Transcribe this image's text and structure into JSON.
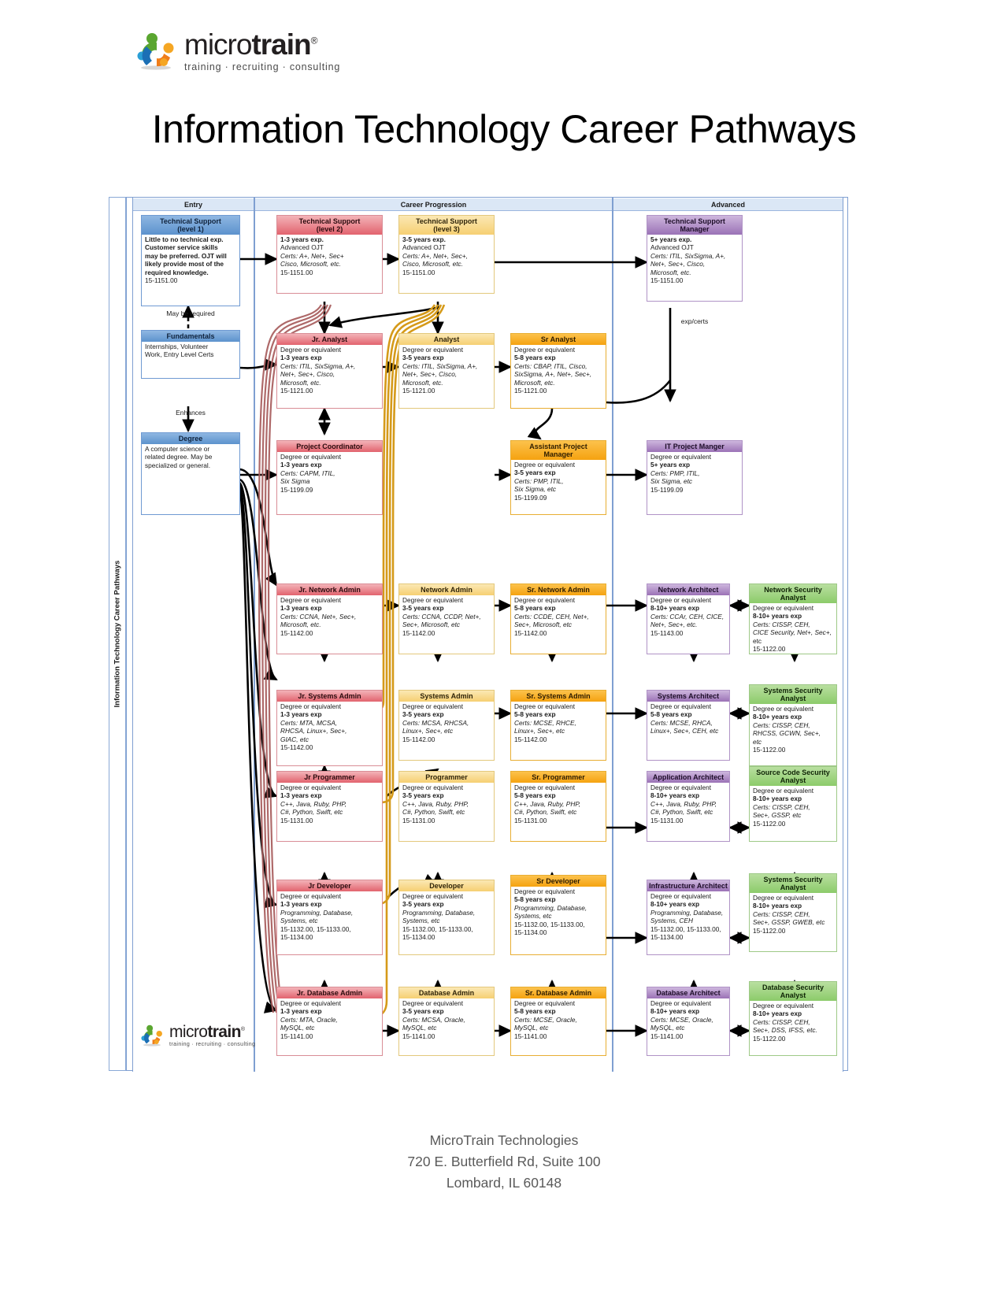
{
  "brand": {
    "name_light": "micro",
    "name_bold": "train",
    "registered": "®",
    "tagline": "training · recruiting · consulting"
  },
  "page_title": "Information Technology Career Pathways",
  "side_label": "Information Technology Career Pathways",
  "columns": [
    {
      "label": "Entry"
    },
    {
      "label": "Career Progression"
    },
    {
      "label": "Advanced"
    }
  ],
  "connector_notes": {
    "may_be_required": "May be required",
    "enhances": "Enhances",
    "exp_certs": "exp/certs"
  },
  "nodes": {
    "tech_support_1": {
      "title": "Technical Support\n(level 1)",
      "lines": [
        "Little to no technical exp.",
        "Customer service skills",
        "may be preferred. OJT will",
        "likely provide most of the",
        "required knowledge.",
        "15-1151.00"
      ]
    },
    "fundamentals": {
      "title": "Fundamentals",
      "lines": [
        "Internships, Volunteer",
        "Work, Entry Level Certs"
      ]
    },
    "degree": {
      "title": "Degree",
      "lines": [
        "A computer science or",
        "related degree. May be",
        "specialized or general."
      ]
    },
    "tech_support_2": {
      "title": "Technical Support\n(level 2)",
      "lines": [
        "1-3 years exp.",
        "Advanced OJT",
        "Certs: A+, Net+, Sec+",
        "Cisco, Microsoft, etc.",
        "15-1151.00"
      ]
    },
    "tech_support_3": {
      "title": "Technical Support\n(level 3)",
      "lines": [
        "3-5 years exp.",
        "Advanced OJT",
        "Certs: A+, Net+, Sec+,",
        "Cisco, Microsoft, etc.",
        "15-1151.00"
      ]
    },
    "tech_support_mgr": {
      "title": "Technical Support\nManager",
      "lines": [
        "5+ years exp.",
        "Advanced OJT",
        "Certs: ITIL, SixSigma, A+,",
        "Net+, Sec+, Cisco,",
        "Microsoft, etc.",
        "15-1151.00"
      ]
    },
    "jr_analyst": {
      "title": "Jr. Analyst",
      "lines": [
        "Degree or equivalent",
        "1-3 years exp",
        "Certs: ITIL, SixSigma, A+,",
        "Net+, Sec+, Cisco,",
        "Microsoft, etc.",
        "15-1121.00"
      ]
    },
    "analyst": {
      "title": "Analyst",
      "lines": [
        "Degree or equivalent",
        "3-5 years exp",
        "Certs: ITIL, SixSigma, A+,",
        "Net+, Sec+, Cisco,",
        "Microsoft, etc.",
        "15-1121.00"
      ]
    },
    "sr_analyst": {
      "title": "Sr Analyst",
      "lines": [
        "Degree or equivalent",
        "5-8 years exp",
        "Certs: CBAP, ITIL, Cisco,",
        "SixSigma, A+, Net+, Sec+,",
        "Microsoft, etc.",
        "15-1121.00"
      ]
    },
    "project_coordinator": {
      "title": "Project Coordinator",
      "lines": [
        "Degree or equivalent",
        "1-3 years exp",
        "Certs: CAPM, ITIL,",
        "Six Sigma",
        "15-1199.09"
      ]
    },
    "asst_project_mgr": {
      "title": "Assistant Project\nManager",
      "lines": [
        "Degree or equivalent",
        "3-5 years exp",
        "Certs: PMP, ITIL,",
        "Six Sigma, etc",
        "15-1199.09"
      ]
    },
    "it_project_mgr": {
      "title": "IT Project Manger",
      "lines": [
        "Degree or equivalent",
        "5+ years exp",
        "Certs: PMP, ITIL,",
        "Six Sigma, etc",
        "15-1199.09"
      ]
    },
    "jr_network_admin": {
      "title": "Jr. Network Admin",
      "lines": [
        "Degree or equivalent",
        "1-3 years exp",
        "Certs: CCNA, Net+, Sec+,",
        "Microsoft, etc.",
        "15-1142.00"
      ]
    },
    "network_admin": {
      "title": "Network Admin",
      "lines": [
        "Degree or equivalent",
        "3-5 years exp",
        "Certs: CCNA, CCDP, Net+,",
        "Sec+, Microsoft, etc",
        "15-1142.00"
      ]
    },
    "sr_network_admin": {
      "title": "Sr. Network Admin",
      "lines": [
        "Degree or equivalent",
        "5-8 years exp",
        "Certs: CCDE, CEH, Net+,",
        "Sec+, Microsoft, etc",
        "15-1142.00"
      ]
    },
    "network_architect": {
      "title": "Network Architect",
      "lines": [
        "Degree or equivalent",
        "8-10+ years exp",
        "Certs: CCAr, CEH, CICE,",
        "Net+, Sec+, etc.",
        "15-1143.00"
      ]
    },
    "network_security_analyst": {
      "title": "Network Security Analyst",
      "lines": [
        "Degree or equivalent",
        "8-10+ years exp",
        "Certs: CISSP, CEH,",
        "CICE Security, Net+, Sec+,",
        "etc",
        "15-1122.00"
      ]
    },
    "jr_systems_admin": {
      "title": "Jr. Systems Admin",
      "lines": [
        "Degree or equivalent",
        "1-3 years exp",
        "Certs: MTA, MCSA,",
        "RHCSA, Linux+, Sec+,",
        "GIAC, etc",
        "15-1142.00"
      ]
    },
    "systems_admin": {
      "title": "Systems Admin",
      "lines": [
        "Degree or equivalent",
        "3-5 years exp",
        "Certs: MCSA, RHCSA,",
        "Linux+, Sec+, etc",
        "15-1142.00"
      ]
    },
    "sr_systems_admin": {
      "title": "Sr. Systems Admin",
      "lines": [
        "Degree or equivalent",
        "5-8 years exp",
        "Certs: MCSE, RHCE,",
        "Linux+, Sec+, etc",
        "15-1142.00"
      ]
    },
    "systems_architect": {
      "title": "Systems Architect",
      "lines": [
        "Degree or equivalent",
        "5-8 years exp",
        "Certs: MCSE, RHCA,",
        "Linux+, Sec+, CEH, etc"
      ]
    },
    "systems_security_analyst_1": {
      "title": "Systems Security\nAnalyst",
      "lines": [
        "Degree or equivalent",
        "8-10+ years exp",
        "Certs: CISSP, CEH,",
        "RHCSS, GCWN, Sec+,",
        "etc",
        "15-1122.00"
      ]
    },
    "jr_programmer": {
      "title": "Jr Programmer",
      "lines": [
        "Degree or equivalent",
        "1-3 years exp",
        "C++, Java, Ruby, PHP,",
        "C#, Python, Swift, etc",
        "15-1131.00"
      ]
    },
    "programmer": {
      "title": "Programmer",
      "lines": [
        "Degree or equivalent",
        "3-5 years exp",
        "C++, Java, Ruby, PHP,",
        "C#, Python, Swift, etc",
        "15-1131.00"
      ]
    },
    "sr_programmer": {
      "title": "Sr. Programmer",
      "lines": [
        "Degree or equivalent",
        "5-8 years exp",
        "C++, Java, Ruby, PHP,",
        "C#, Python, Swift, etc",
        "15-1131.00"
      ]
    },
    "application_architect": {
      "title": "Application Architect",
      "lines": [
        "Degree or equivalent",
        "8-10+ years exp",
        "C++, Java, Ruby, PHP,",
        "C#, Python, Swift, etc",
        "15-1131.00"
      ]
    },
    "source_code_security_analyst": {
      "title": "Source Code Security\nAnalyst",
      "lines": [
        "Degree or equivalent",
        "8-10+ years exp",
        "Certs: CISSP, CEH,",
        "Sec+, GSSP, etc",
        "15-1122.00"
      ]
    },
    "jr_developer": {
      "title": "Jr Developer",
      "lines": [
        "Degree or equivalent",
        "1-3 years exp",
        "Programming, Database,",
        "Systems, etc",
        "15-1132.00, 15-1133.00,",
        "15-1134.00"
      ]
    },
    "developer": {
      "title": "Developer",
      "lines": [
        "Degree or equivalent",
        "3-5 years exp",
        "Programming, Database,",
        "Systems, etc",
        "15-1132.00, 15-1133.00,",
        "15-1134.00"
      ]
    },
    "sr_developer": {
      "title": "Sr Developer",
      "lines": [
        "Degree or equivalent",
        "5-8 years exp",
        "Programming, Database,",
        "Systems, etc",
        "15-1132.00, 15-1133.00,",
        "15-1134.00"
      ]
    },
    "infrastructure_architect": {
      "title": "Infrastructure Architect",
      "lines": [
        "Degree or equivalent",
        "8-10+ years exp",
        "Programming, Database,",
        "Systems, CEH",
        "15-1132.00, 15-1133.00,",
        "15-1134.00"
      ]
    },
    "systems_security_analyst_2": {
      "title": "Systems Security\nAnalyst",
      "lines": [
        "Degree or equivalent",
        "8-10+ years exp",
        "Certs: CISSP, CEH,",
        "Sec+, GSSP, GWEB, etc",
        "15-1122.00"
      ]
    },
    "jr_database_admin": {
      "title": "Jr. Database Admin",
      "lines": [
        "Degree or equivalent",
        "1-3 years exp",
        "Certs: MTA, Oracle,",
        "MySQL, etc",
        "15-1141.00"
      ]
    },
    "database_admin": {
      "title": "Database Admin",
      "lines": [
        "Degree or equivalent",
        "3-5 years exp",
        "Certs: MCSA, Oracle,",
        "MySQL, etc",
        "15-1141.00"
      ]
    },
    "sr_database_admin": {
      "title": "Sr. Database Admin",
      "lines": [
        "Degree or equivalent",
        "5-8 years exp",
        "Certs: MCSE, Oracle,",
        "MySQL, etc",
        "15-1141.00"
      ]
    },
    "database_architect": {
      "title": "Database Architect",
      "lines": [
        "Degree or equivalent",
        "8-10+ years exp",
        "Certs: MCSE, Oracle,",
        "MySQL, etc",
        "15-1141.00"
      ]
    },
    "database_security_analyst": {
      "title": "Database Security\nAnalyst",
      "lines": [
        "Degree or equivalent",
        "8-10+ years exp",
        "Certs: CISSP, CEH,",
        "Sec+, DSS, IFSS, etc.",
        "15-1122.00"
      ]
    }
  },
  "footer": {
    "line1": "MicroTrain Technologies",
    "line2": "720 E. Butterfield Rd, Suite 100",
    "line3": "Lombard, IL 60148"
  },
  "colors": {
    "entry": "#5c92cd",
    "level1": "#e2636e",
    "level2": "#f6cf72",
    "level3": "#f5a210",
    "architect": "#9b72b6",
    "security": "#8ccb6a",
    "band_border": "#7f9fd1",
    "band_head_bg": "#dbe7f6"
  }
}
